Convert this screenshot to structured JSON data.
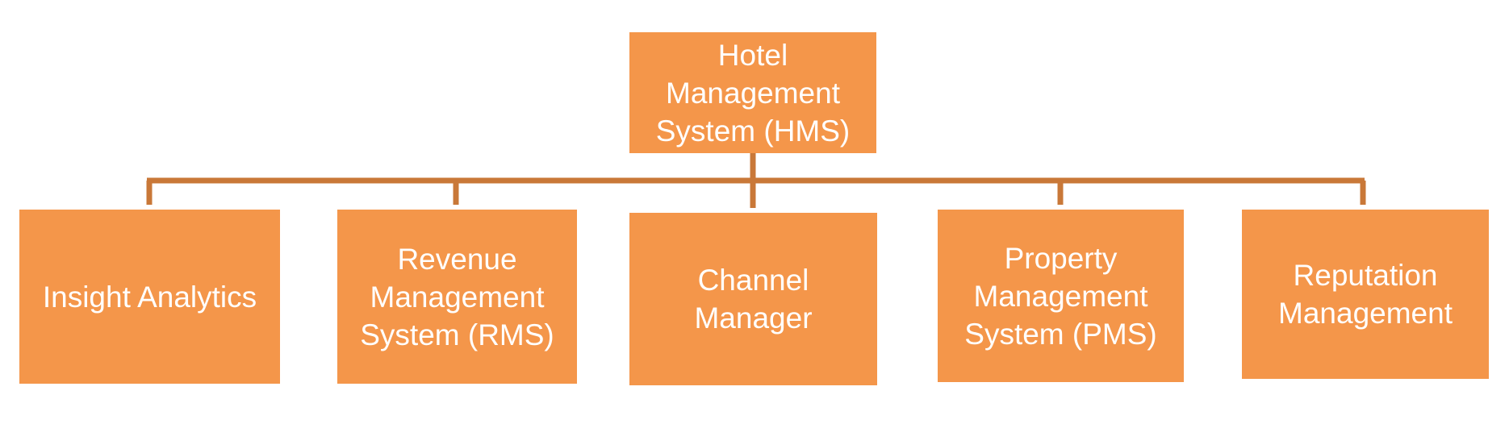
{
  "diagram": {
    "root": {
      "label": "Hotel\nManagement\nSystem (HMS)"
    },
    "children": [
      {
        "key": "insight",
        "label": "Insight Analytics"
      },
      {
        "key": "revenue",
        "label": "Revenue\nManagement\nSystem (RMS)"
      },
      {
        "key": "channel",
        "label": "Channel\nManager"
      },
      {
        "key": "property",
        "label": "Property\nManagement\nSystem (PMS)"
      },
      {
        "key": "reputation",
        "label": "Reputation\nManagement"
      }
    ],
    "colors": {
      "box_fill": "#F4964A",
      "connector": "#C97838",
      "text": "#ffffff"
    }
  }
}
